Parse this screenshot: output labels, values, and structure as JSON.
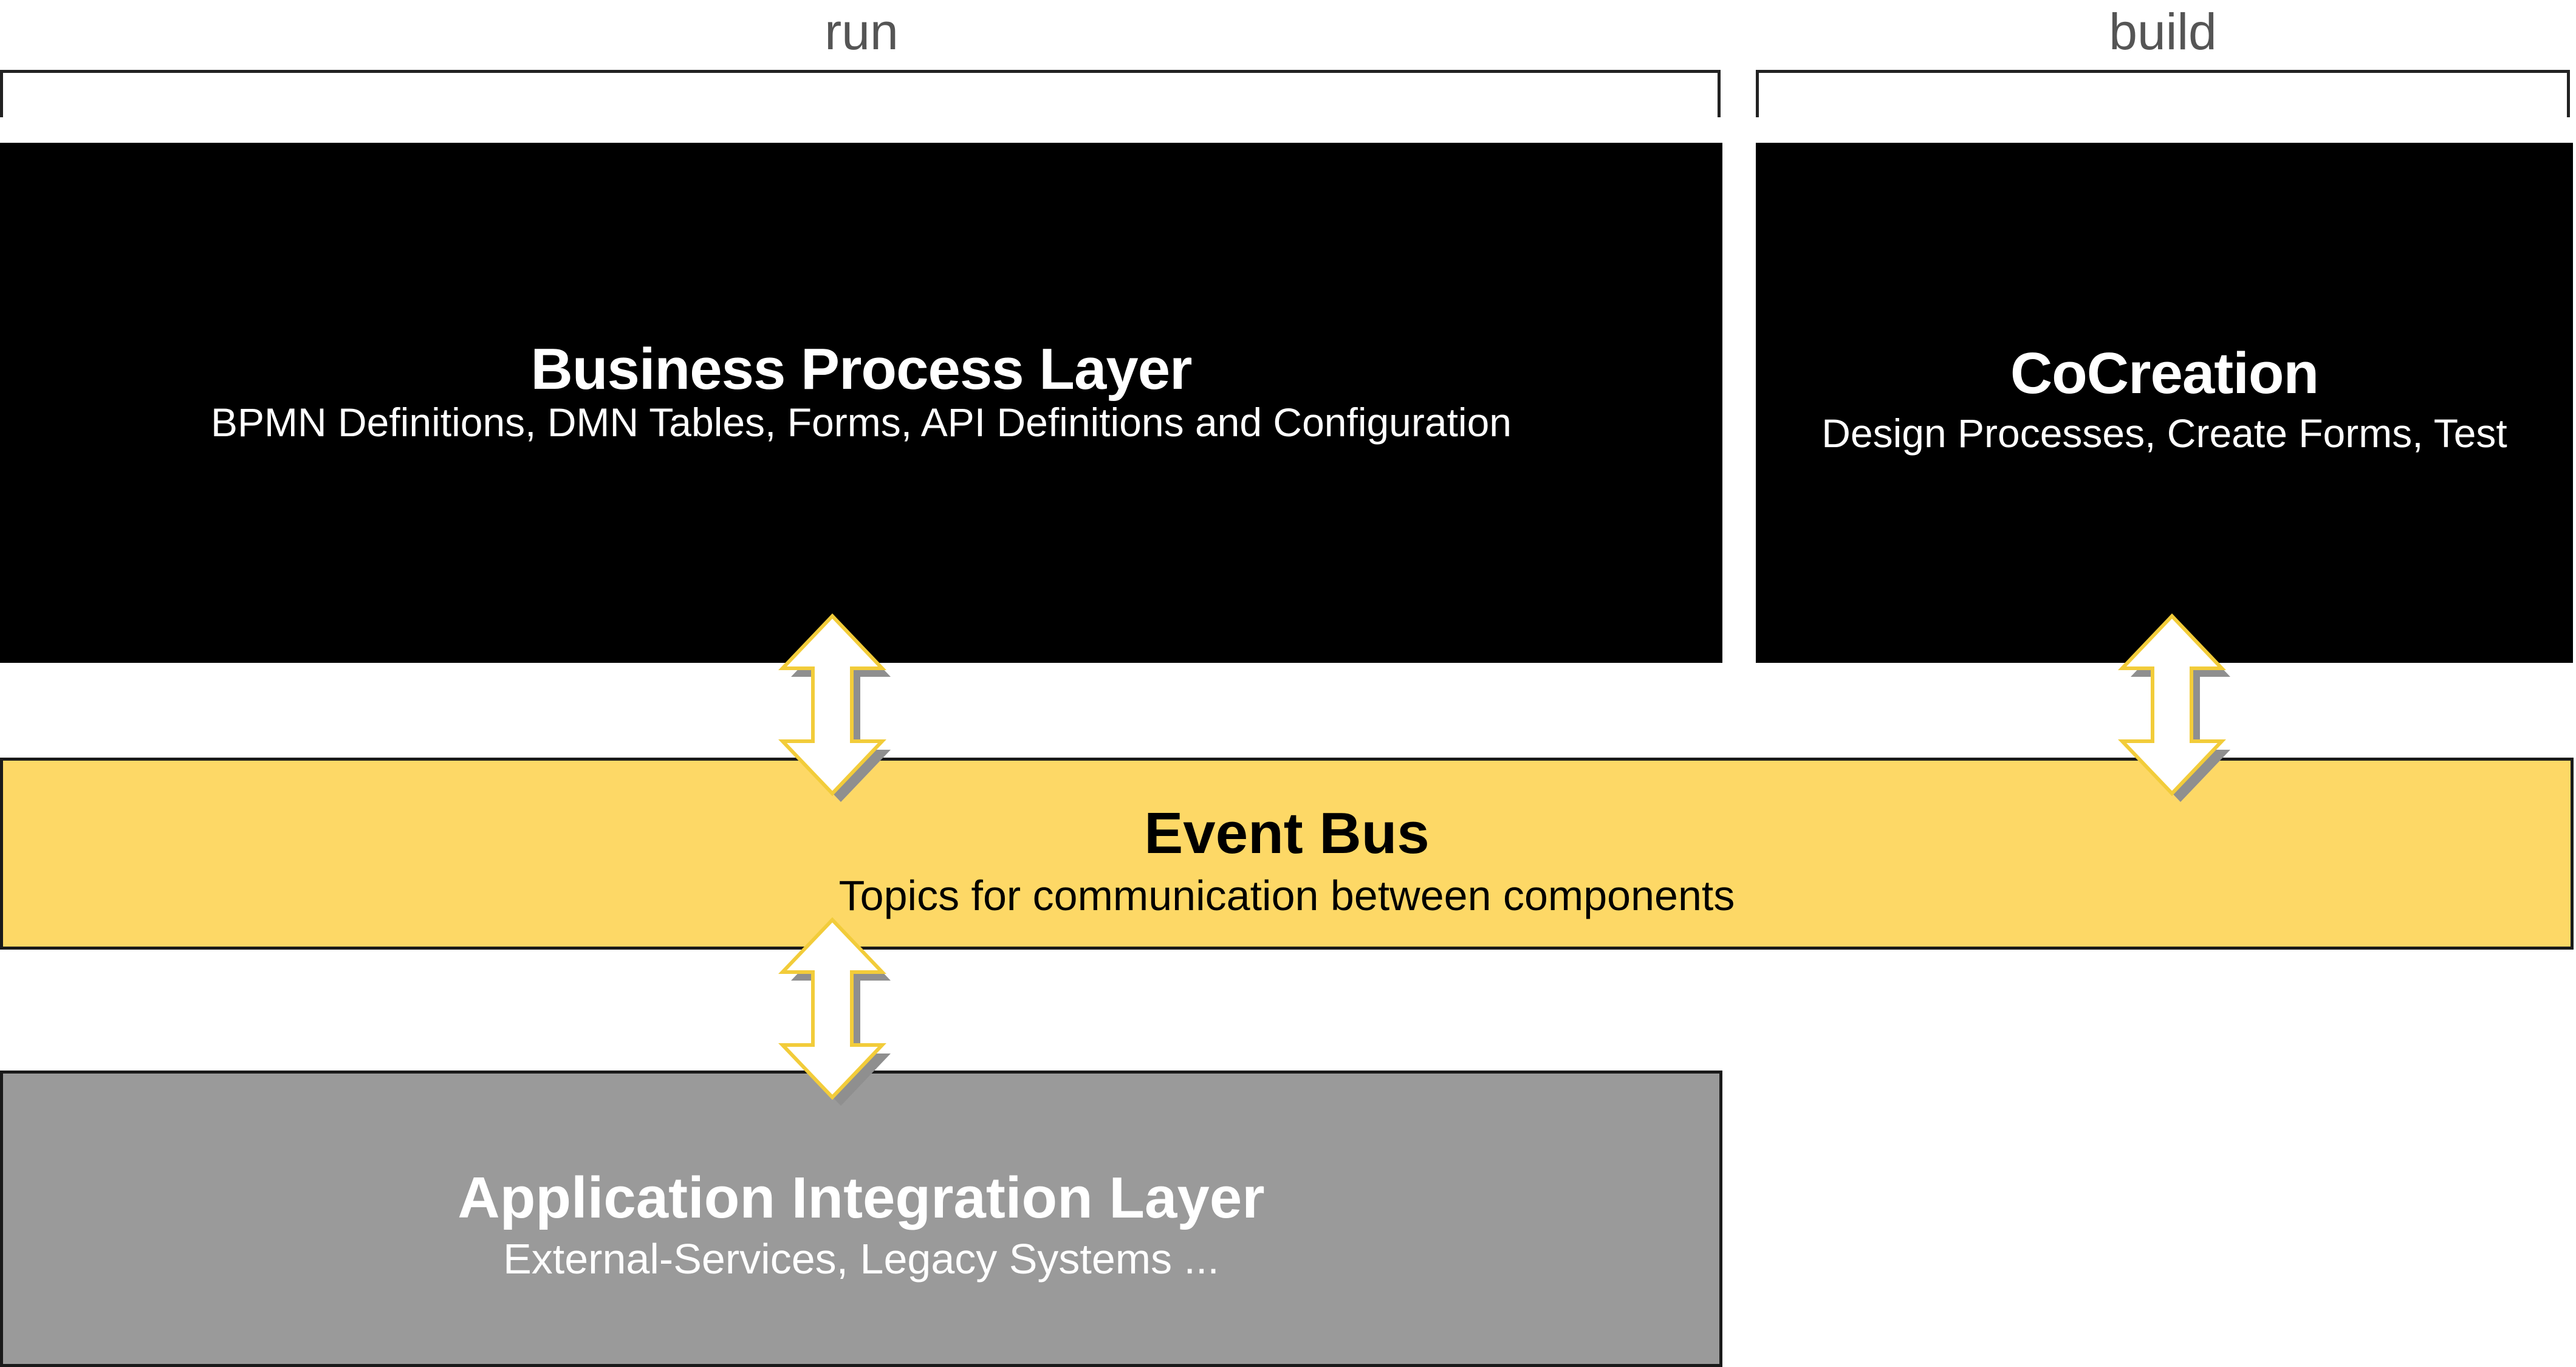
{
  "groups": {
    "run": "run",
    "build": "build"
  },
  "business_process_layer": {
    "title": "Business Process Layer",
    "subtitle": "BPMN Definitions, DMN Tables, Forms, API Definitions and Configuration"
  },
  "cocreation": {
    "title": "CoCreation",
    "subtitle": "Design Processes, Create Forms, Test"
  },
  "event_bus": {
    "title": "Event Bus",
    "subtitle": "Topics for communication between components"
  },
  "application_integration_layer": {
    "title": "Application Integration Layer",
    "subtitle": "External-Services, Legacy Systems ..."
  },
  "colors": {
    "layer_dark": "#000000",
    "event_bus": "#fdd866",
    "integration_gray": "#9a9a9a",
    "arrow_outline": "#f2cc3a"
  }
}
